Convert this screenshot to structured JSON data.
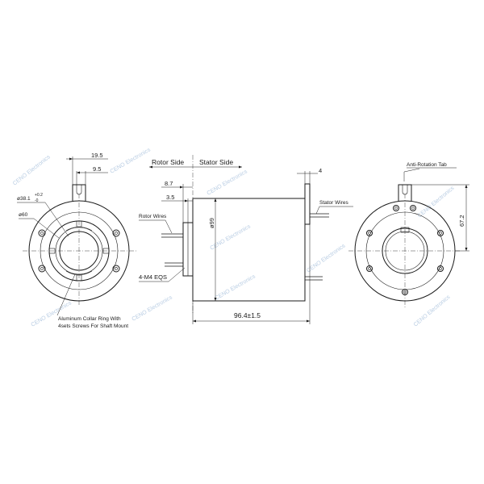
{
  "colors": {
    "line": "#1a1a1a",
    "watermark": "#b9cde3",
    "background": "#ffffff"
  },
  "front_view": {
    "dim_tab_width": "19.5",
    "dim_tab_slot": "9.5",
    "dim_bore_main": "ø38.1",
    "dim_bore_tol_upper": "+0.2",
    "dim_bore_tol_lower": "-0",
    "dim_flange": "ø60",
    "collar_note_line1": "Aluminum Collar Ring With",
    "collar_note_line2": "4sets Screws For Shaft Mount"
  },
  "side_view": {
    "rotor_side": "Rotor Side",
    "stator_side": "Stator Side",
    "dim_flange_thickness": "8.7",
    "dim_step": "3.5",
    "dim_tab_thickness": "4",
    "rotor_wires": "Rotor Wires",
    "stator_wires": "Stator Wires",
    "mount_holes": "4-M4 EQS",
    "dim_diameter": "ø99",
    "dim_length": "96.4±1.5"
  },
  "rear_view": {
    "anti_rotation_tab": "Anti-Rotation Tab",
    "dim_height": "67.2"
  },
  "watermark": "CENO Electronics"
}
